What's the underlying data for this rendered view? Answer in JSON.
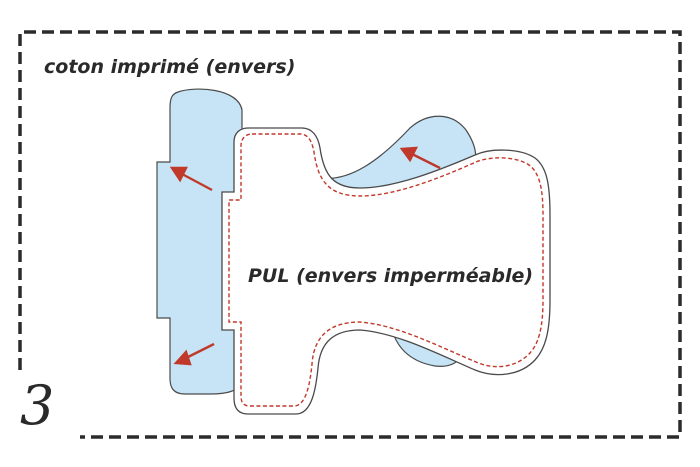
{
  "labels": {
    "cotton": "coton imprimé (envers)",
    "pul": "PUL (envers imperméable)",
    "step_number": "3"
  },
  "colors": {
    "frame": "#2b2b2b",
    "fabric_blue": "#c6e4f6",
    "outline": "#4a4a4a",
    "stitch": "#c0392b",
    "arrow": "#c0392b",
    "text": "#2a2a2a"
  },
  "icons": {
    "arrows": [
      "arrow-icon",
      "arrow-icon",
      "arrow-icon"
    ]
  }
}
